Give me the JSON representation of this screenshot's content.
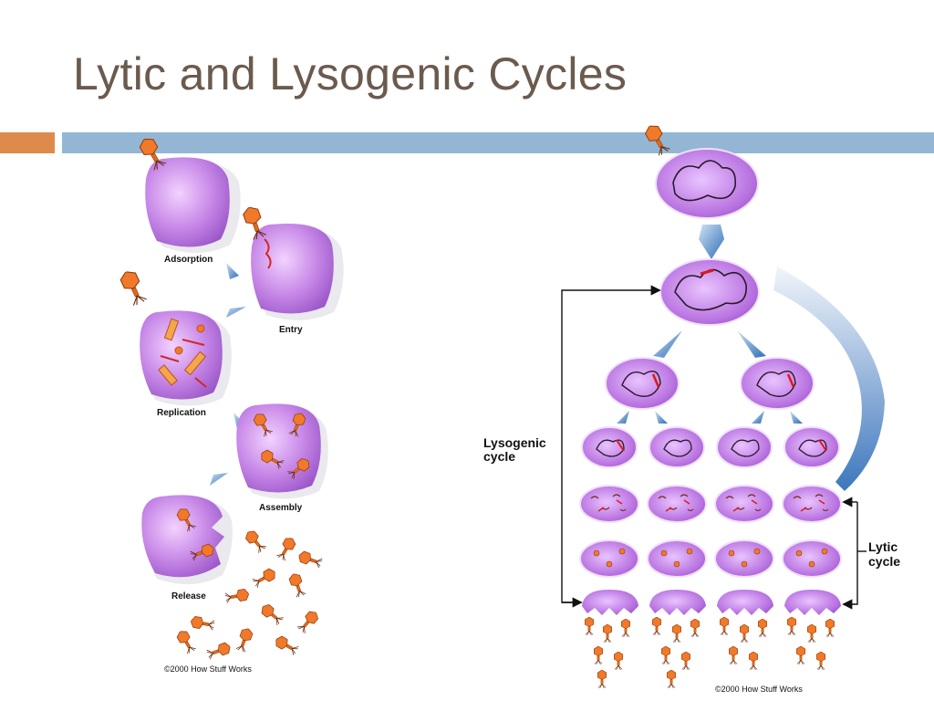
{
  "slide": {
    "title": "Lytic and Lysogenic Cycles"
  },
  "left_diagram": {
    "stages": [
      {
        "label": "Adsorption"
      },
      {
        "label": "Entry"
      },
      {
        "label": "Replication"
      },
      {
        "label": "Assembly"
      },
      {
        "label": "Release"
      }
    ],
    "copyright": "©2000 How Stuff Works"
  },
  "right_diagram": {
    "lysogenic_label": "Lysogenic cycle",
    "lytic_label": "Lytic cycle",
    "copyright": "©2000 How Stuff Works"
  },
  "colors": {
    "title_text": "#6b5a4e",
    "accent_orange": "#de8a4c",
    "accent_blue": "#93b6d4",
    "cell_fill": "#c07fe0",
    "phage": "#e86a1e",
    "arrow": "#3f7fc4"
  }
}
